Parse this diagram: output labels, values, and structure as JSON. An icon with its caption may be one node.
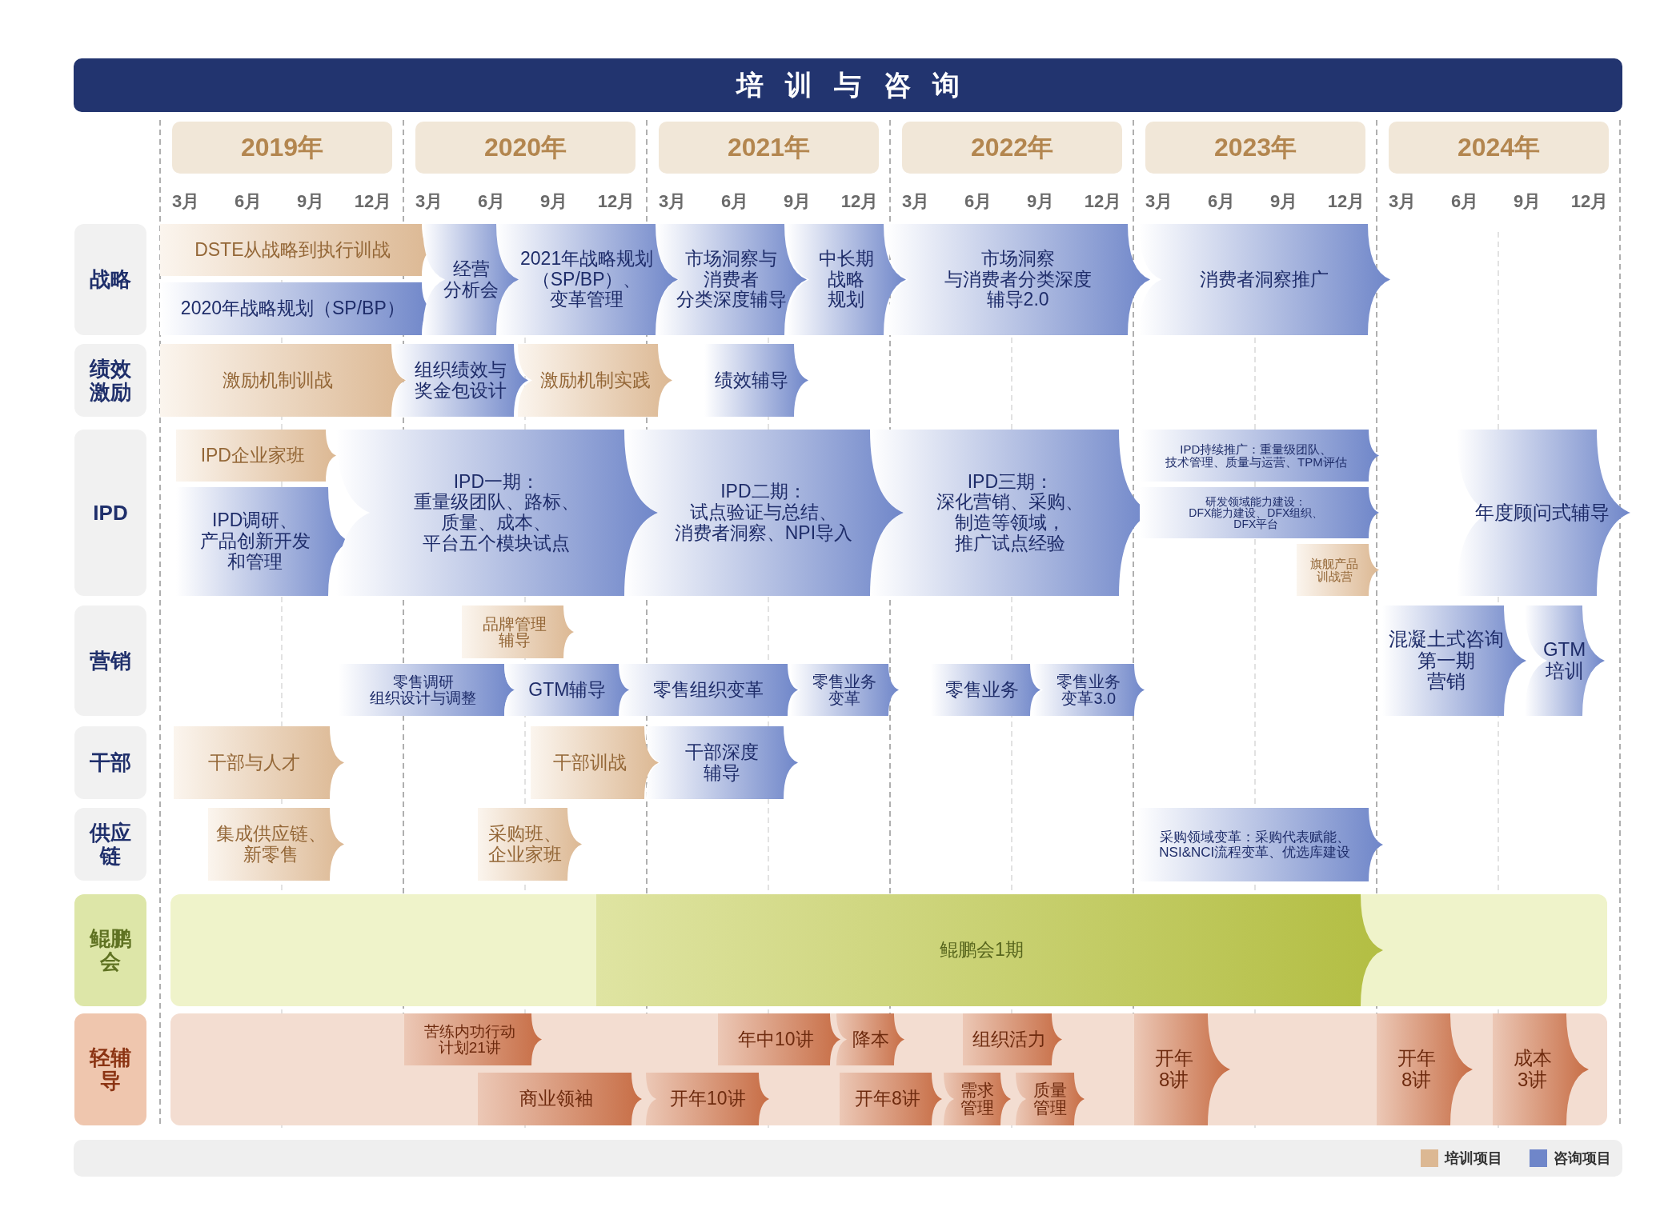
{
  "diagram": {
    "title": "培训与咨询",
    "nodes": [
      {
        "text": [
          "2019年"
        ]
      },
      {
        "text": [
          "2020年"
        ]
      },
      {
        "text": [
          "2021年"
        ]
      },
      {
        "text": [
          "2022年"
        ]
      },
      {
        "text": [
          "2023年"
        ]
      },
      {
        "text": [
          "2024年"
        ]
      },
      {
        "text": [
          "战略"
        ]
      },
      {
        "text": [
          "DSTE从战略到执行训战"
        ]
      },
      {
        "text": [
          "2020年战略规划（SP/BP）"
        ]
      },
      {
        "text": [
          "经营分析会"
        ]
      },
      {
        "text": [
          "2021年战略规划（SP/BP）、变革管理"
        ]
      },
      {
        "text": [
          "市场洞察与消费者分类深度辅导"
        ]
      },
      {
        "text": [
          "中长期战略规划"
        ]
      },
      {
        "text": [
          "市场洞察与消费者分类深度辅导2.0"
        ]
      },
      {
        "text": [
          "消费者洞察推广"
        ]
      },
      {
        "text": [
          "绩效激励"
        ]
      },
      {
        "text": [
          "激励机制训战"
        ]
      },
      {
        "text": [
          "组织绩效与奖金包设计"
        ]
      },
      {
        "text": [
          "激励机制实践"
        ]
      },
      {
        "text": [
          "绩效辅导"
        ]
      },
      {
        "text": [
          "IPD"
        ]
      },
      {
        "text": [
          "IPD企业家班"
        ]
      },
      {
        "text": [
          "IPD调研、产品创新开发和管理"
        ]
      },
      {
        "text": [
          "IPD一期：重量级团队、路标、质量、成本、平台五个模块试点"
        ]
      },
      {
        "text": [
          "IPD二期：试点验证与总结、消费者洞察、NPI导入"
        ]
      },
      {
        "text": [
          "IPD三期：深化营销、采购、制造等领域，推广试点经验"
        ]
      },
      {
        "text": [
          "IPD持续推广：重量级团队、技术管理、质量与运营、TPM评估"
        ]
      },
      {
        "text": [
          "研发领域能力建设：DFX能力建设、DFX组织、DFX平台"
        ]
      },
      {
        "text": [
          "旗舰产品训战营"
        ]
      },
      {
        "text": [
          "年度顾问式辅导"
        ]
      },
      {
        "text": [
          "营销"
        ]
      },
      {
        "text": [
          "品牌管理辅导"
        ]
      },
      {
        "text": [
          "零售调研组织设计与调整"
        ]
      },
      {
        "text": [
          "GTM辅导"
        ]
      },
      {
        "text": [
          "零售组织变革"
        ]
      },
      {
        "text": [
          "零售业务变革"
        ]
      },
      {
        "text": [
          "零售业务"
        ]
      },
      {
        "text": [
          "零售业务变革3.0"
        ]
      },
      {
        "text": [
          "混凝土式咨询第一期营销"
        ]
      },
      {
        "text": [
          "GTM培训"
        ]
      },
      {
        "text": [
          "干部"
        ]
      },
      {
        "text": [
          "干部与人才"
        ]
      },
      {
        "text": [
          "干部训战"
        ]
      },
      {
        "text": [
          "干部深度辅导"
        ]
      },
      {
        "text": [
          "供应链"
        ]
      },
      {
        "text": [
          "集成供应链、新零售"
        ]
      },
      {
        "text": [
          "采购班、企业家班"
        ]
      },
      {
        "text": [
          "采购领域变革：采购代表赋能、NSI&NCI流程变革、优选库建设"
        ]
      },
      {
        "text": [
          "鲲鹏会"
        ]
      },
      {
        "text": [
          "鲲鹏会1期"
        ]
      },
      {
        "text": [
          "轻辅导"
        ]
      },
      {
        "text": [
          "苦练内功行动计划21讲"
        ]
      },
      {
        "text": [
          "商业领袖"
        ]
      },
      {
        "text": [
          "开年10讲"
        ]
      },
      {
        "text": [
          "年中10讲"
        ]
      },
      {
        "text": [
          "降本"
        ]
      },
      {
        "text": [
          "开年8讲"
        ]
      },
      {
        "text": [
          "组织活力"
        ]
      },
      {
        "text": [
          "需求管理"
        ]
      },
      {
        "text": [
          "质量管理"
        ]
      },
      {
        "text": [
          "开年8讲"
        ]
      },
      {
        "text": [
          "开年8讲"
        ]
      },
      {
        "text": [
          "成本3讲"
        ]
      }
    ],
    "labels": [
      "3月",
      "6月",
      "9月",
      "12月",
      "3月",
      "6月",
      "9月",
      "12月",
      "3月",
      "6月",
      "9月",
      "12月",
      "3月",
      "6月",
      "9月",
      "12月",
      "3月",
      "6月",
      "9月",
      "12月",
      "3月",
      "6月",
      "9月",
      "12月"
    ],
    "legend": [
      {
        "text": "培训项目",
        "color": "#dcb893"
      },
      {
        "text": "咨询项目",
        "color": "#6f86c9"
      }
    ]
  }
}
